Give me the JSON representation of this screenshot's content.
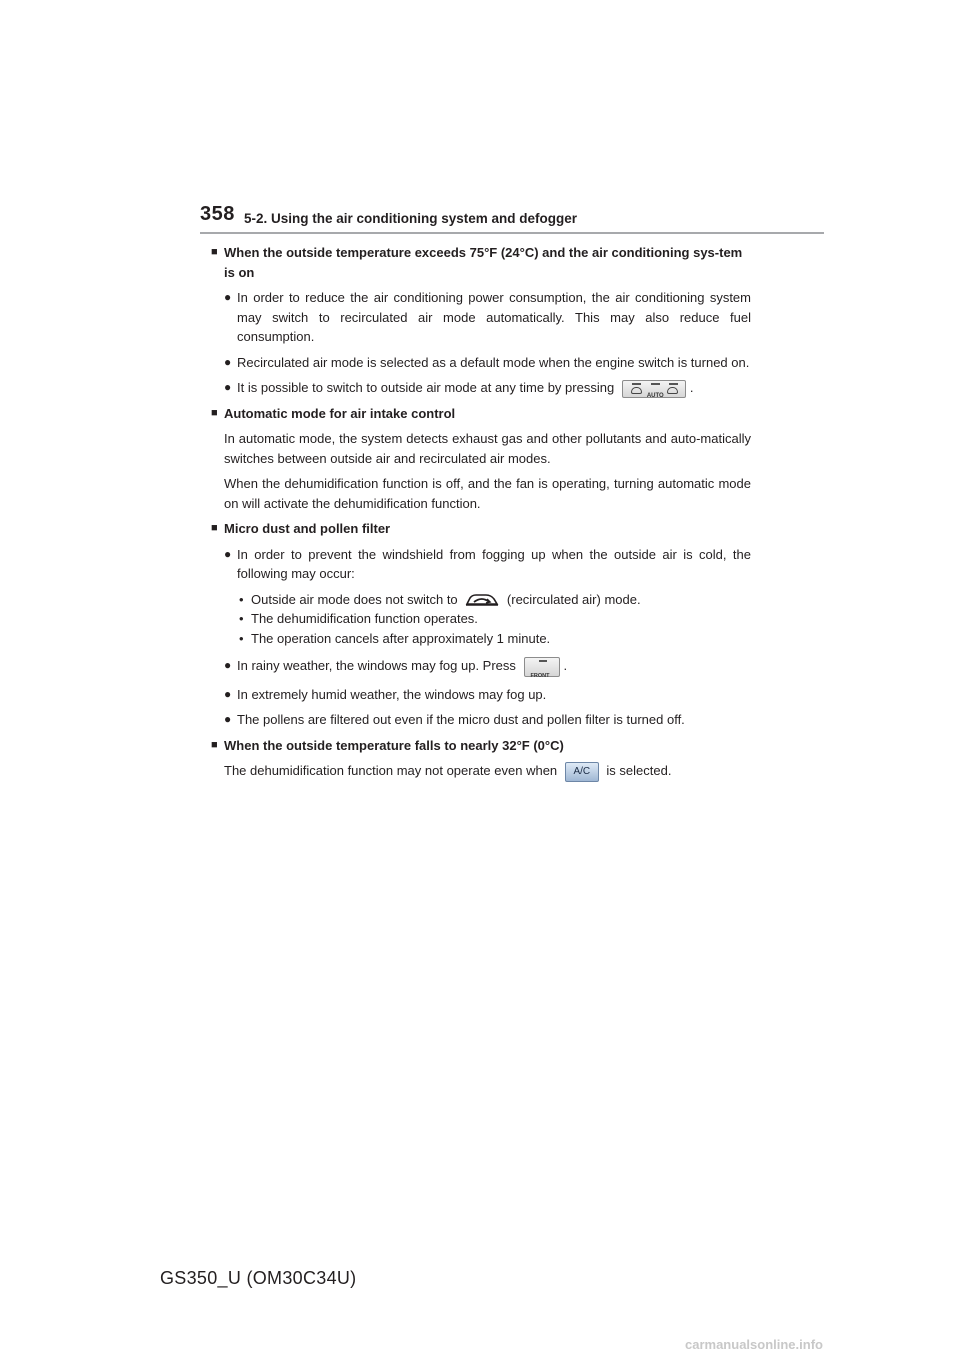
{
  "header": {
    "page_number": "358",
    "section": "5-2. Using the air conditioning system and defogger"
  },
  "sections": [
    {
      "heading": "When the outside temperature exceeds 75°F (24°C) and the air conditioning sys-tem is on",
      "bullets": [
        "In order to reduce the air conditioning power consumption, the air conditioning system may switch to recirculated air mode automatically. This may also reduce fuel consumption.",
        "Recirculated air mode is selected as a default mode when the engine switch is turned on.",
        "It is possible to switch to outside air mode at any time by pressing"
      ],
      "bullet3_end": ".",
      "auto_button_label": "AUTO"
    },
    {
      "heading": "Automatic mode for air intake control",
      "paragraphs": [
        "In automatic mode, the system detects exhaust gas and other pollutants and auto-matically switches between outside air and recirculated air modes.",
        "When the dehumidification function is off, and the fan is operating, turning automatic mode on will activate the dehumidification function."
      ]
    },
    {
      "heading": "Micro dust and pollen filter",
      "bullet1": "In order to prevent the windshield from fogging up when the outside air is cold, the following may occur:",
      "subitems": {
        "item1_before": "Outside air mode does not switch to",
        "item1_after": "(recirculated air) mode.",
        "item2": "The dehumidification function operates.",
        "item3": "The operation cancels after approximately 1 minute."
      },
      "bullet2_before": "In rainy weather, the windows may fog up. Press",
      "bullet2_after": ".",
      "front_button_label": "FRONT",
      "bullet3": "In extremely humid weather, the windows may fog up.",
      "bullet4": "The pollens are filtered out even if the micro dust and pollen filter is turned off."
    },
    {
      "heading": "When the outside temperature falls to nearly 32°F (0°C)",
      "para_before": "The dehumidification function may not operate even when",
      "para_after": "is selected.",
      "ac_button_label": "A/C"
    }
  ],
  "footer": {
    "model": "GS350_U (OM30C34U)"
  },
  "watermark": "carmanualsonline.info",
  "icons": {
    "heading_marker": "square-bullet-icon",
    "bullet_marker": "round-bullet-icon",
    "sub_marker": "middle-dot-icon"
  }
}
